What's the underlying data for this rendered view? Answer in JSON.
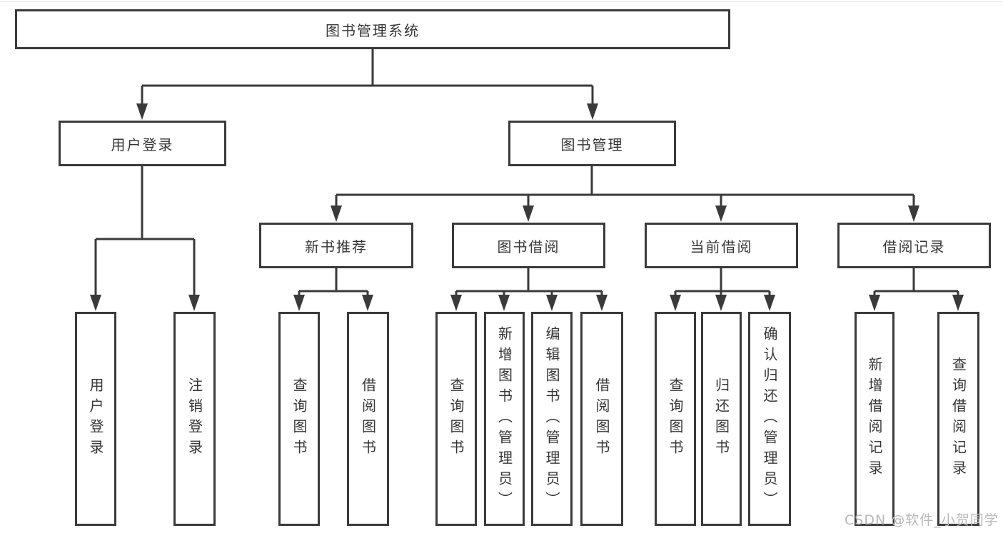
{
  "tree": {
    "root": {
      "label": "图书管理系统"
    },
    "user": {
      "label": "用户登录",
      "children": [
        "用户登录",
        "注销登录"
      ]
    },
    "book": {
      "label": "图书管理",
      "sections": [
        {
          "label": "新书推荐",
          "children": [
            "查询图书",
            "借阅图书"
          ]
        },
        {
          "label": "图书借阅",
          "children": [
            "查询图书",
            "新增图书（管理员）",
            "编辑图书（管理员）",
            "借阅图书"
          ]
        },
        {
          "label": "当前借阅",
          "children": [
            "查询图书",
            "归还图书",
            "确认归还（管理员）"
          ]
        },
        {
          "label": "借阅记录",
          "children": [
            "新增借阅记录",
            "查询借阅记录"
          ]
        }
      ]
    }
  },
  "watermark": {
    "text": "CSDN @软件_小贺同学",
    "color": "#b8b8b8"
  },
  "colors": {
    "line": "#3a3a3a",
    "text": "#363636",
    "box_background": "#ffffff",
    "page_background": "#ffffff"
  }
}
